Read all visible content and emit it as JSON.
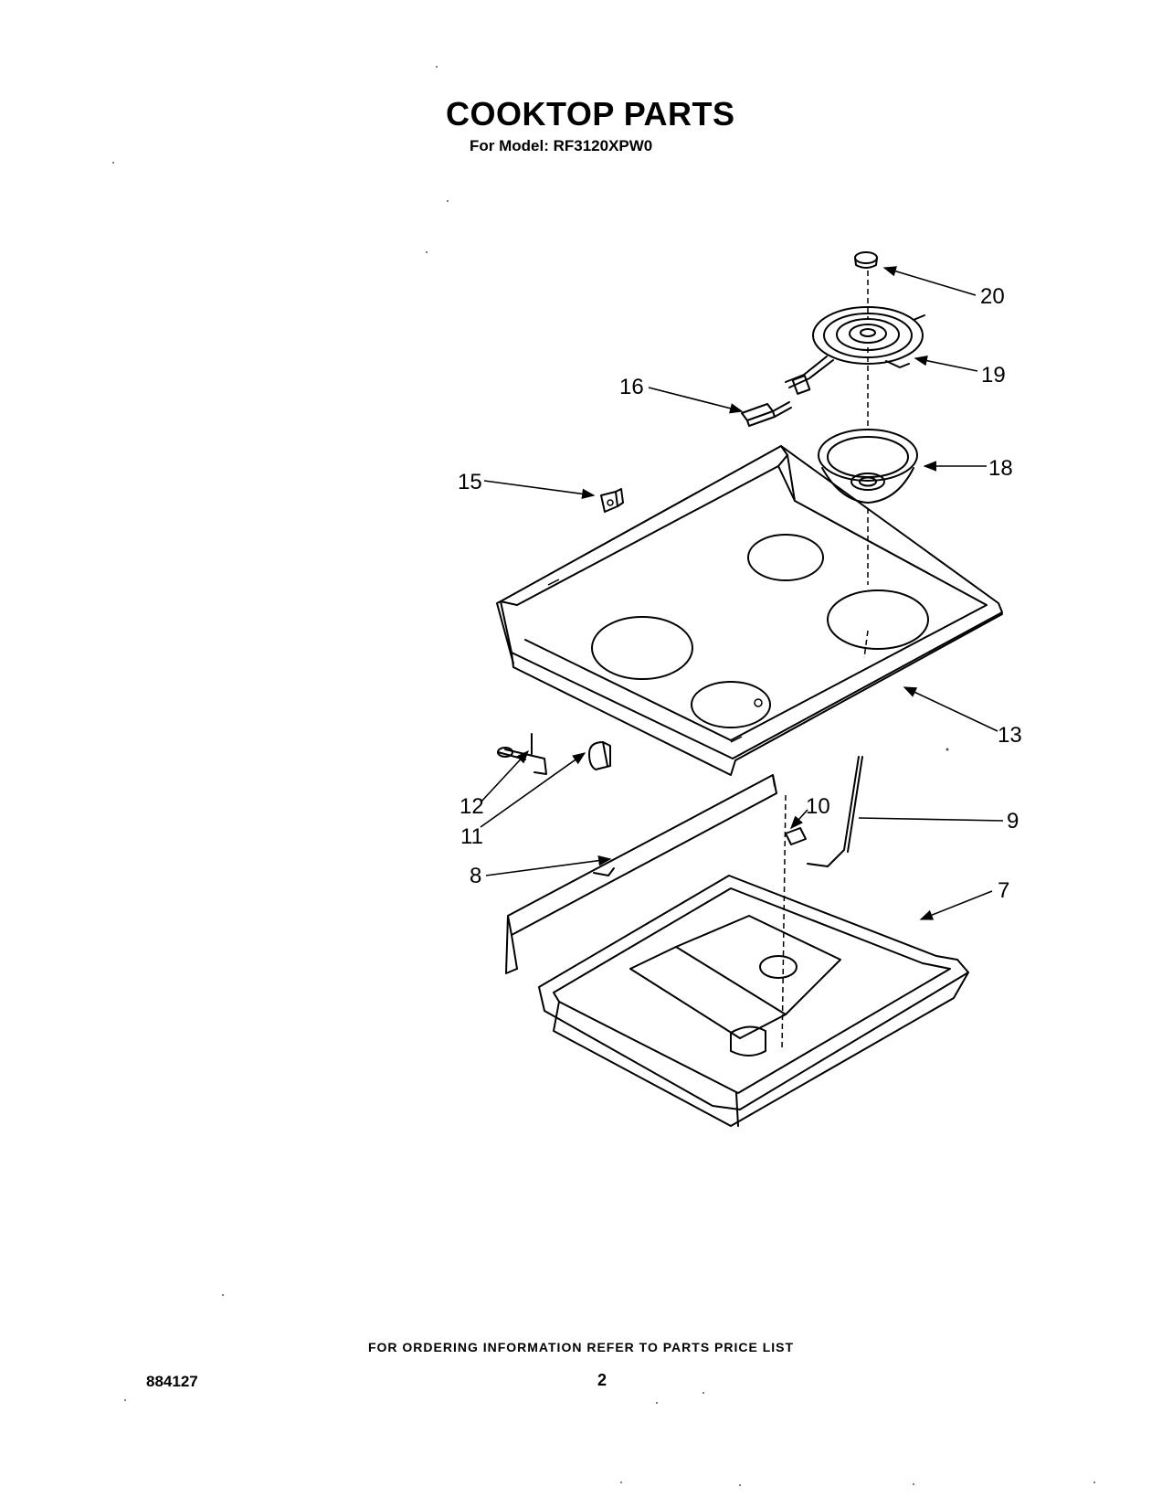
{
  "header": {
    "title": "COOKTOP PARTS",
    "subtitle": "For Model: RF3120XPW0"
  },
  "callouts": {
    "p7": "7",
    "p8": "8",
    "p9": "9",
    "p10": "10",
    "p11": "11",
    "p12": "12",
    "p13": "13",
    "p15": "15",
    "p16": "16",
    "p18": "18",
    "p19": "19",
    "p20": "20"
  },
  "footer": {
    "note": "FOR ORDERING INFORMATION REFER TO PARTS PRICE LIST",
    "doc_number": "884127",
    "page": "2"
  }
}
